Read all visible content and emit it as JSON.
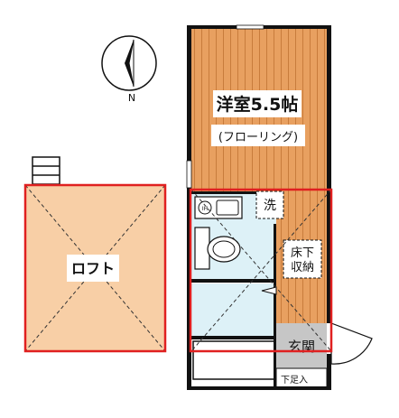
{
  "compass": {
    "direction_label": "N"
  },
  "rooms": {
    "western_room": {
      "name": "洋室5.5帖",
      "flooring": "(フローリング)"
    },
    "laundry": "洗",
    "underfloor_storage": {
      "line1": "床下",
      "line2": "収納"
    },
    "entrance": "玄関",
    "shoe_storage": "下足入",
    "loft": "ロフト"
  },
  "colors": {
    "wood_floor": "#E8A060",
    "loft_floor": "#F8CFA6",
    "wet_area": "#DDF1F7",
    "entrance_floor": "#C6C6C6",
    "wall": "#111111",
    "highlight_outline": "#E02020"
  }
}
